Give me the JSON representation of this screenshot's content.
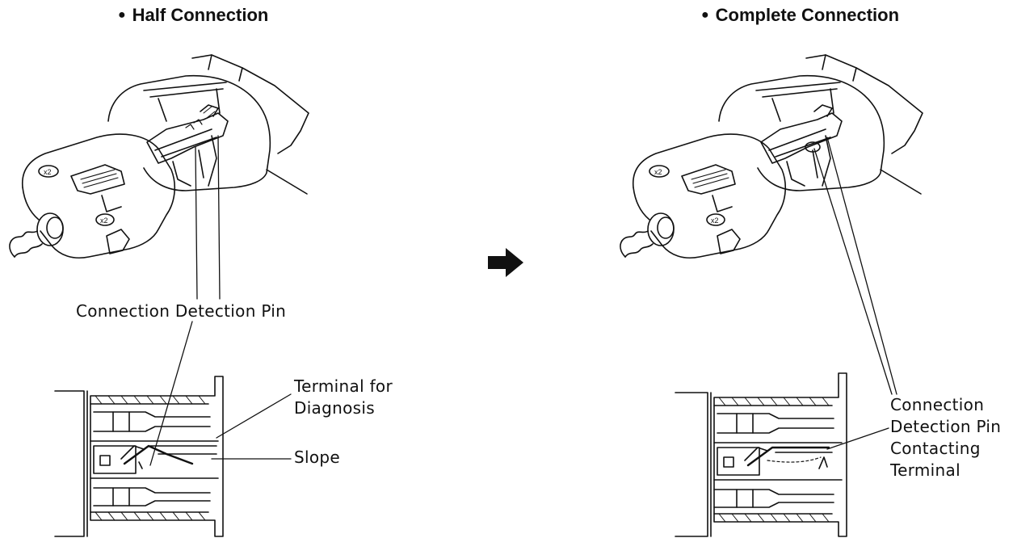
{
  "left_panel": {
    "title": "Half Connection",
    "callouts": {
      "pin": "Connection Detection Pin",
      "terminal_line1": "Terminal for",
      "terminal_line2": "Diagnosis",
      "slope": "Slope"
    }
  },
  "right_panel": {
    "title": "Complete Connection",
    "callout_lines": [
      "Connection",
      "Detection Pin",
      "Contacting",
      "Terminal"
    ]
  },
  "center_arrow_icon": "arrow-right-icon"
}
